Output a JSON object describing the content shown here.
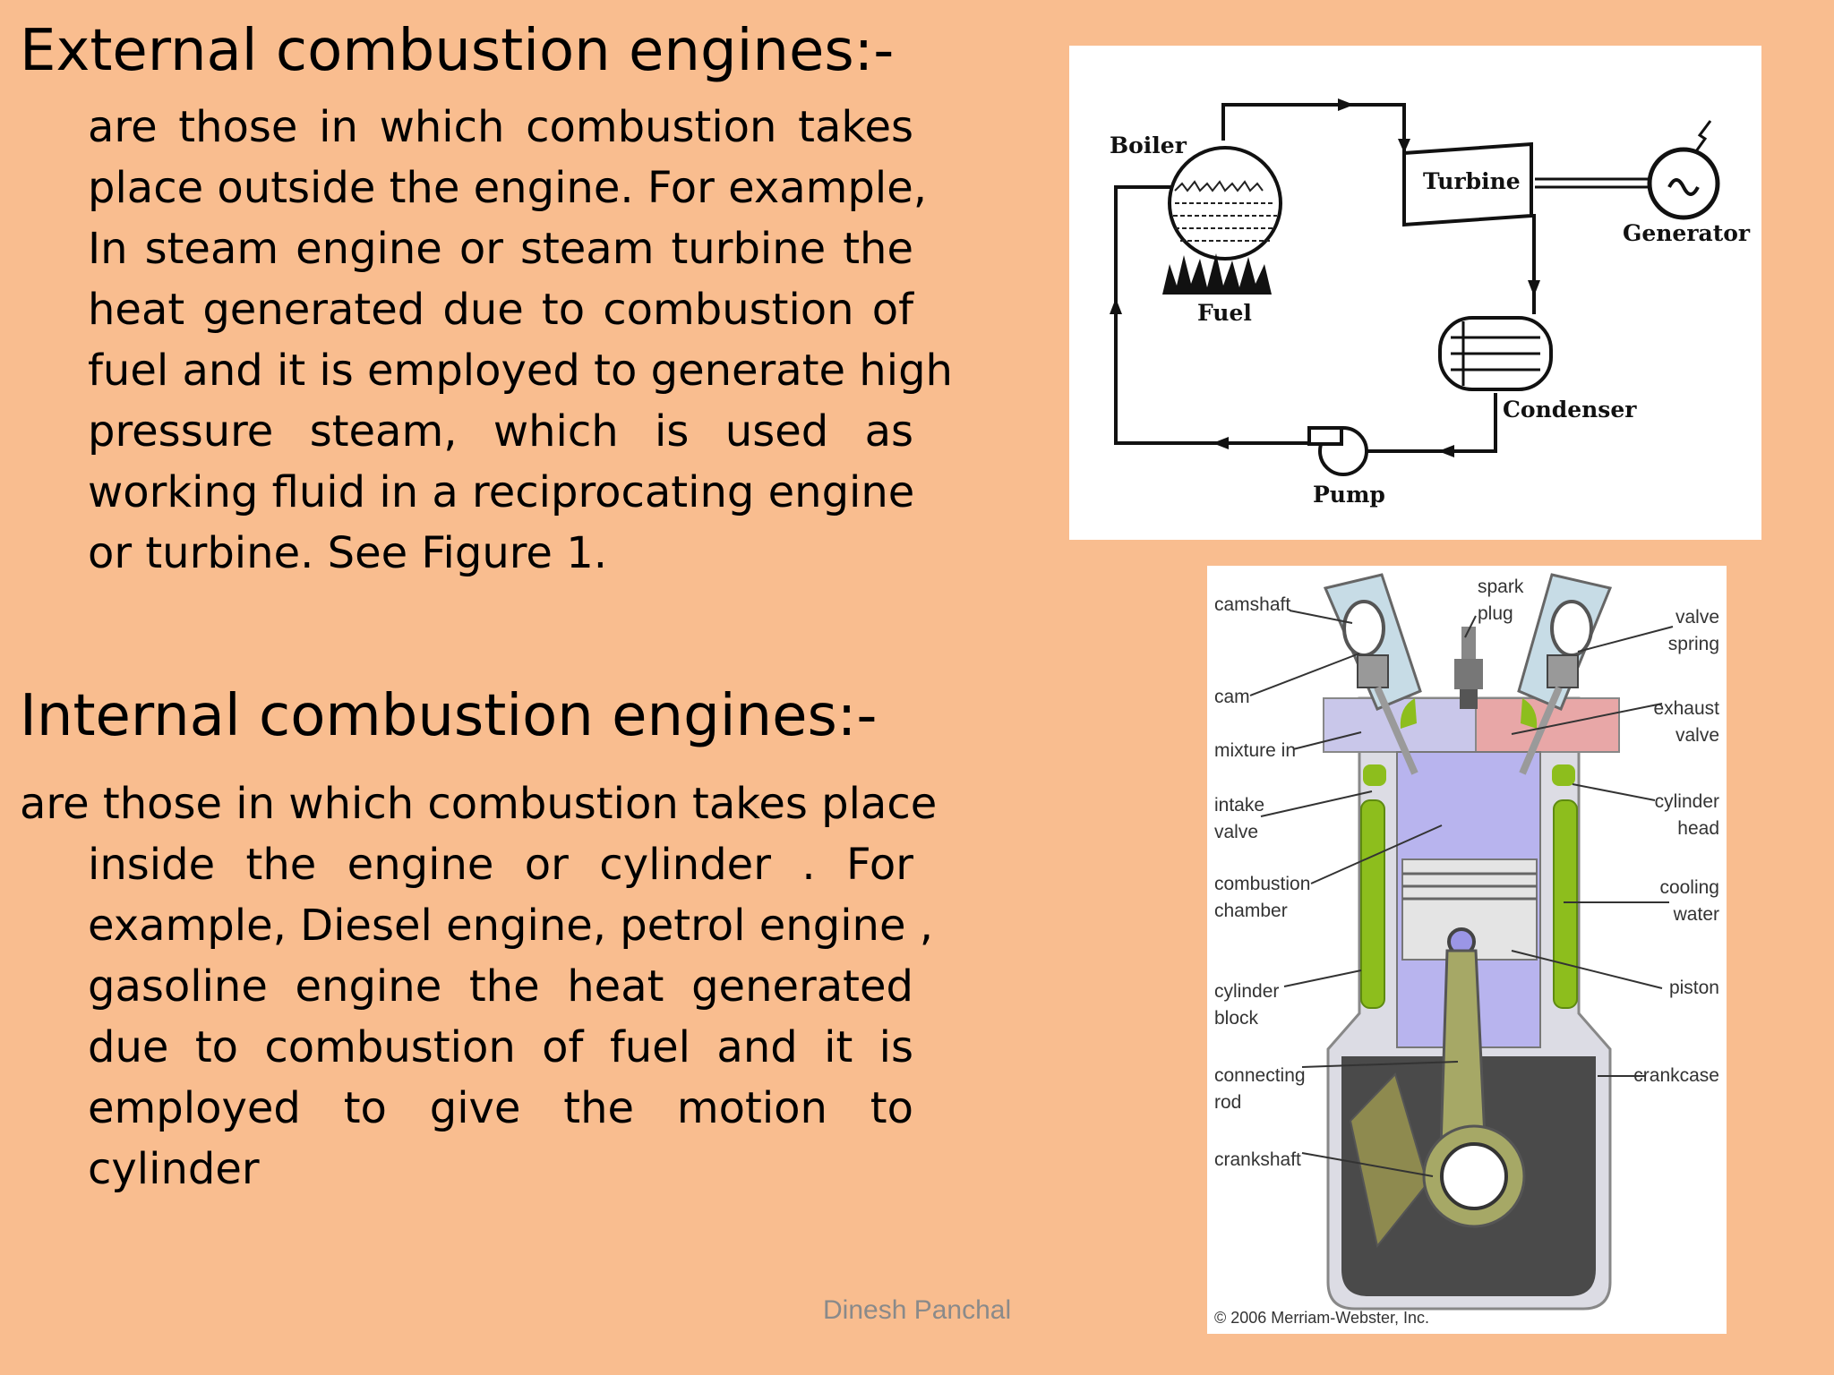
{
  "external": {
    "heading": "External combustion engines:-",
    "lines": [
      "are those in which combustion takes",
      "place outside the engine. For example,",
      "In steam engine or steam turbine the",
      "heat generated due to combustion of",
      "fuel and it is employed to generate high",
      "pressure steam, which is used as",
      "working fluid in a reciprocating engine",
      "or turbine. See Figure 1."
    ]
  },
  "internal": {
    "heading": "Internal combustion engines:-",
    "lines": [
      "are those in which combustion takes place",
      "inside the engine or cylinder . For",
      "example, Diesel engine, petrol engine ,",
      "gasoline engine the heat generated",
      "due to combustion of fuel and it is",
      "employed to give the motion to",
      "cylinder"
    ]
  },
  "steam_diagram": {
    "labels": {
      "boiler": "Boiler",
      "turbine": "Turbine",
      "generator": "Generator",
      "fuel": "Fuel",
      "condenser": "Condenser",
      "pump": "Pump"
    }
  },
  "engine_diagram": {
    "labels": {
      "camshaft": "camshaft",
      "spark_plug_1": "spark",
      "spark_plug_2": "plug",
      "valve_spring_1": "valve",
      "valve_spring_2": "spring",
      "cam": "cam",
      "exhaust_valve_1": "exhaust",
      "exhaust_valve_2": "valve",
      "mixture_in": "mixture in",
      "intake_valve_1": "intake",
      "intake_valve_2": "valve",
      "cylinder_head_1": "cylinder",
      "cylinder_head_2": "head",
      "combustion_chamber_1": "combustion",
      "combustion_chamber_2": "chamber",
      "cooling_water_1": "cooling",
      "cooling_water_2": "water",
      "cylinder_block_1": "cylinder",
      "cylinder_block_2": "block",
      "piston": "piston",
      "connecting_rod_1": "connecting",
      "connecting_rod_2": "rod",
      "crankcase": "crankcase",
      "crankshaft": "crankshaft",
      "copyright": "© 2006 Merriam-Webster, Inc."
    }
  },
  "footer": {
    "author": "Dinesh Panchal"
  }
}
